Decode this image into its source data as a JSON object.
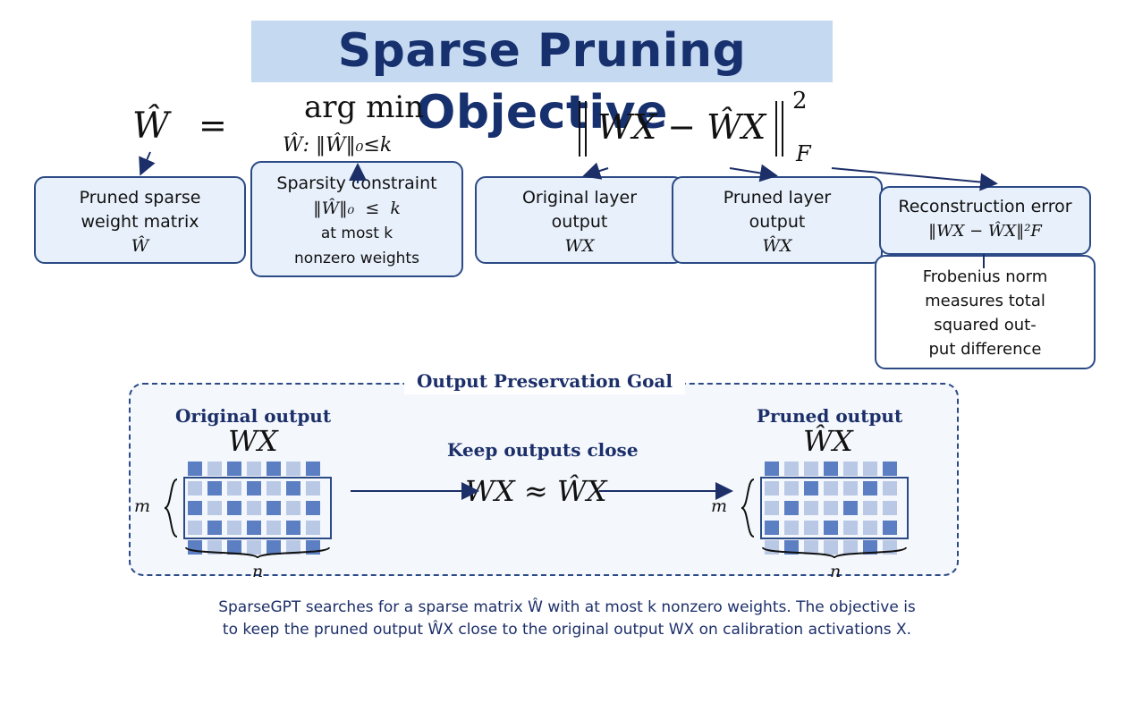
{
  "title": "Sparse Pruning Objective",
  "equation": {
    "lhs": "Ŵ",
    "equals": "=",
    "argmin": "arg min",
    "subscript": "Ŵ: ‖Ŵ‖₀≤k",
    "norm_expr": "WX − ŴX",
    "exponent": "2",
    "norm_sub": "F"
  },
  "boxes": {
    "pruned_weights": {
      "line1": "Pruned sparse",
      "line2": "weight matrix",
      "math": "Ŵ"
    },
    "sparsity": {
      "line1": "Sparsity constraint",
      "math": "‖Ŵ‖₀  ≤  k",
      "line3": "at most k",
      "line4": "nonzero weights"
    },
    "original_output": {
      "line1": "Original layer",
      "line2": "output",
      "math": "WX"
    },
    "pruned_output": {
      "line1": "Pruned layer",
      "line2": "output",
      "math": "ŴX"
    },
    "reconstruction": {
      "line1": "Reconstruction error",
      "math": "‖WX − ŴX‖²F"
    },
    "frobenius": {
      "line1": "Frobenius norm",
      "line2": "measures total",
      "line3": "squared out-",
      "line4": "put difference"
    }
  },
  "panel": {
    "title": "Output Preservation Goal",
    "left_label": "Original output",
    "left_math": "WX",
    "right_label": "Pruned output",
    "right_math": "ŴX",
    "center_label": "Keep outputs close",
    "center_math": "WX ≈ ŴX",
    "dim_m": "m",
    "dim_n": "n"
  },
  "caption": {
    "line1": "SparseGPT searches for a sparse matrix Ŵ with at most k nonzero weights.  The objective is",
    "line2": "to keep the pruned output ŴX close to the original output WX on calibration activations X."
  },
  "colors": {
    "dark": "#5b7fc2",
    "light": "#b9c9e5",
    "border": "#2b4a86",
    "title_bg": "#c5d9f1"
  }
}
